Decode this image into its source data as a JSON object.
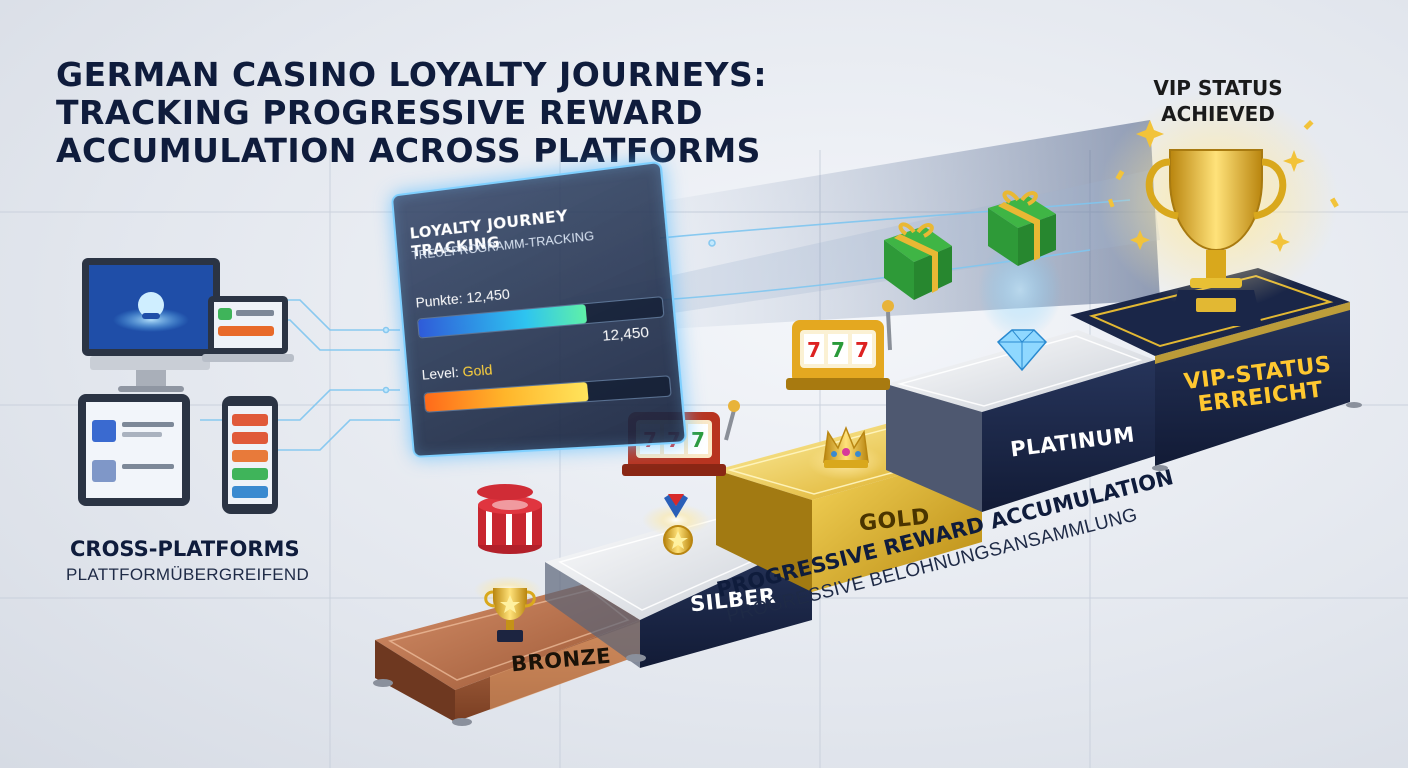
{
  "title": {
    "line1": "GERMAN CASINO LOYALTY JOURNEYS:",
    "line2": "TRACKING PROGRESSIVE REWARD",
    "line3": "ACCUMULATION ACROSS PLATFORMS"
  },
  "cross_platform": {
    "title": "CROSS-PLATFORMS",
    "subtitle": "PLATTFORMÜBERGREIFEND"
  },
  "tracking_panel": {
    "title": "LOYALTY JOURNEY TRACKING",
    "subtitle": "TREUEPROGRAMM-TRACKING",
    "points_label": "Punkte: 12,450",
    "points_value": "12,450",
    "level_prefix": "Level:",
    "level_value": "Gold",
    "points_fill": 0.7,
    "level_fill": 0.68
  },
  "tiers": {
    "bronze": "BRONZE",
    "silber": "SILBER",
    "gold": "GOLD",
    "platinum": "PLATINUM",
    "vip_line1": "VIP-STATUS",
    "vip_line2": "ERREICHT"
  },
  "progressive": {
    "title": "PROGRESSIVE REWARD ACCUMULATION",
    "subtitle": "PROGRESSIVE BELOHNUNGSANSAMMLUNG"
  },
  "vip_achieved": {
    "line1": "VIP STATUS",
    "line2": "ACHIEVED"
  },
  "icons": [
    "monitor-icon",
    "laptop-icon",
    "tablet-icon",
    "phone-icon",
    "chip-stack-icon",
    "trophy-icon",
    "slot-machine-icon",
    "medal-icon",
    "crown-icon",
    "gift-icon",
    "diamond-icon",
    "gold-cup-icon",
    "sparkle-icon"
  ],
  "colors": {
    "navy": "#0f1c3c",
    "bronze": "#b06a44",
    "silver": "#d9dde3",
    "gold": "#e8c034",
    "platinum": "#dfe3ea",
    "vip_text": "#ffc830",
    "glow": "#5fc8ff"
  }
}
